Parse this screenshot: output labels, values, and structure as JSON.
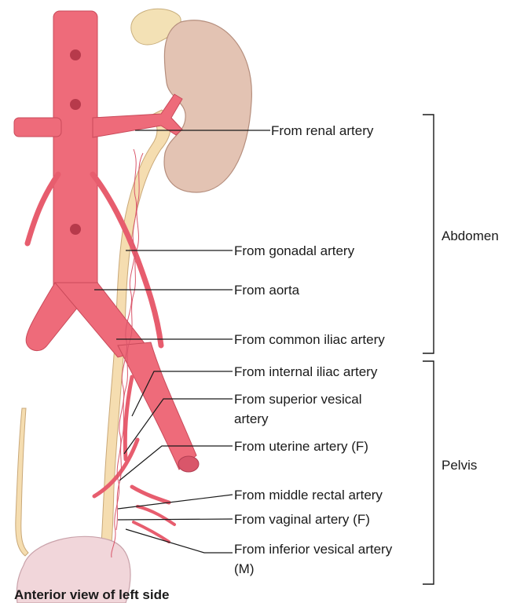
{
  "labels": {
    "renal": "From renal artery",
    "gonadal": "From gonadal artery",
    "aorta": "From aorta",
    "common_iliac": "From common iliac artery",
    "internal_iliac": "From internal iliac artery",
    "superior_vesical_1": "From superior vesical",
    "superior_vesical_2": "artery",
    "uterine": "From uterine artery (F)",
    "middle_rectal": "From middle rectal artery",
    "vaginal": "From vaginal artery (F)",
    "inferior_vesical_1": "From inferior vesical artery",
    "inferior_vesical_2": "(M)"
  },
  "regions": {
    "abdomen": "Abdomen",
    "pelvis": "Pelvis"
  },
  "caption": "Anterior view of left side",
  "colors": {
    "artery": "#ee6b7a",
    "ureter": "#f5ddb0",
    "kidney": "#e3c3b3",
    "bladder": "#f1d6da"
  }
}
